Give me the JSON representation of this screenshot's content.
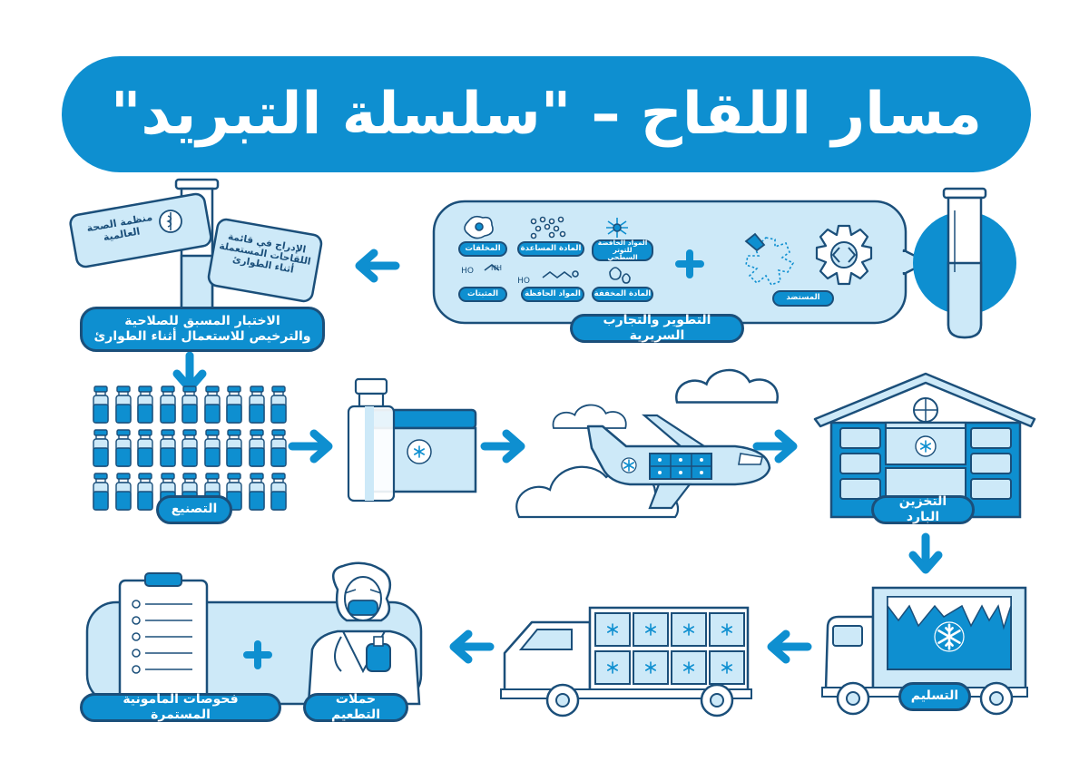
{
  "title": "مسار اللقاح – \"سلسلة التبريد\"",
  "colors": {
    "primary": "#0e8fd0",
    "light": "#cde9f8",
    "outline": "#1b4f7a"
  },
  "stages": {
    "development": {
      "label": "التطوير والتجارب السريرية",
      "antigen": "المستضد",
      "ingredients": [
        "المخلفات",
        "المادة المساعدة",
        "المواد الخافضة للتوتر السطحي",
        "المثبتات",
        "المواد الحافظة",
        "المادة المخففة"
      ]
    },
    "prequalification": {
      "label": "الاختبار المسبق للصلاحية والترخيص للاستعمال أثناء الطوارئ",
      "who_tag": "منظمة الصحة العالمية",
      "emergency_tag": "الإدراج في قائمة اللقاحات المستعملة أثناء الطوارئ"
    },
    "manufacturing": {
      "label": "التصنيع"
    },
    "cold_storage": {
      "label": "التخزين البارد"
    },
    "delivery": {
      "label": "التسليم"
    },
    "vaccination": {
      "label": "حملات التطعيم"
    },
    "monitoring": {
      "label": "فحوصات المأمونية المستمرة"
    }
  },
  "icons": [
    "test-tube-icon",
    "antigen-icon",
    "snowflake-icon",
    "arrow-icon",
    "plus-icon",
    "vial-icon",
    "airplane-icon",
    "warehouse-icon",
    "truck-icon",
    "clipboard-icon",
    "health-worker-icon",
    "cloud-icon",
    "who-emblem-icon"
  ]
}
